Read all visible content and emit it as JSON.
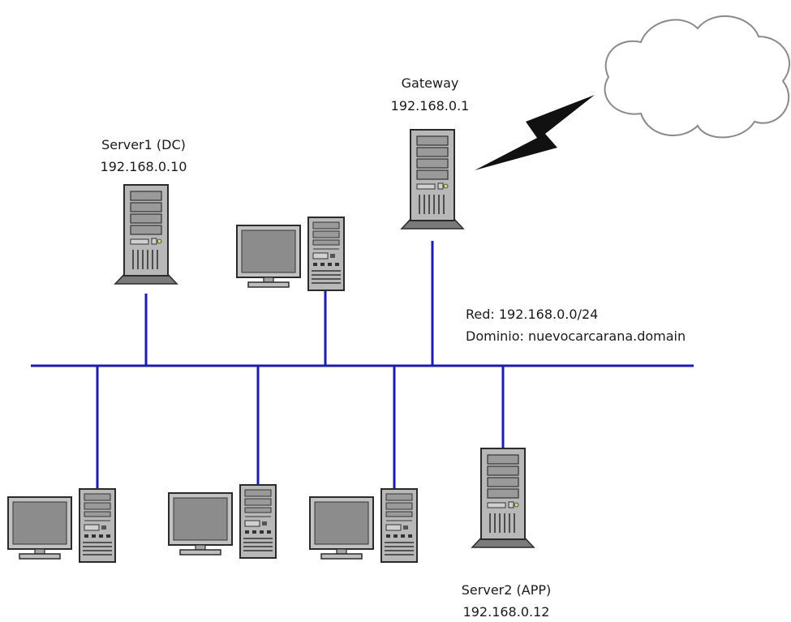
{
  "gateway": {
    "name": "Gateway",
    "ip": "192.168.0.1"
  },
  "server1": {
    "name": "Server1 (DC)",
    "ip": "192.168.0.10"
  },
  "server2": {
    "name": "Server2 (APP)",
    "ip": "192.168.0.12"
  },
  "network": {
    "red": "Red: 192.168.0.0/24",
    "domain": "Dominio: nuevocarcarana.domain"
  },
  "colors": {
    "bus": "#1c1cb0",
    "device_fill": "#b5b5b5",
    "device_stroke": "#2b2b2b",
    "screen": "#8c8c8c"
  },
  "icons": [
    "server-tower-icon",
    "workstation-icon",
    "cloud-icon",
    "lightning-icon"
  ]
}
